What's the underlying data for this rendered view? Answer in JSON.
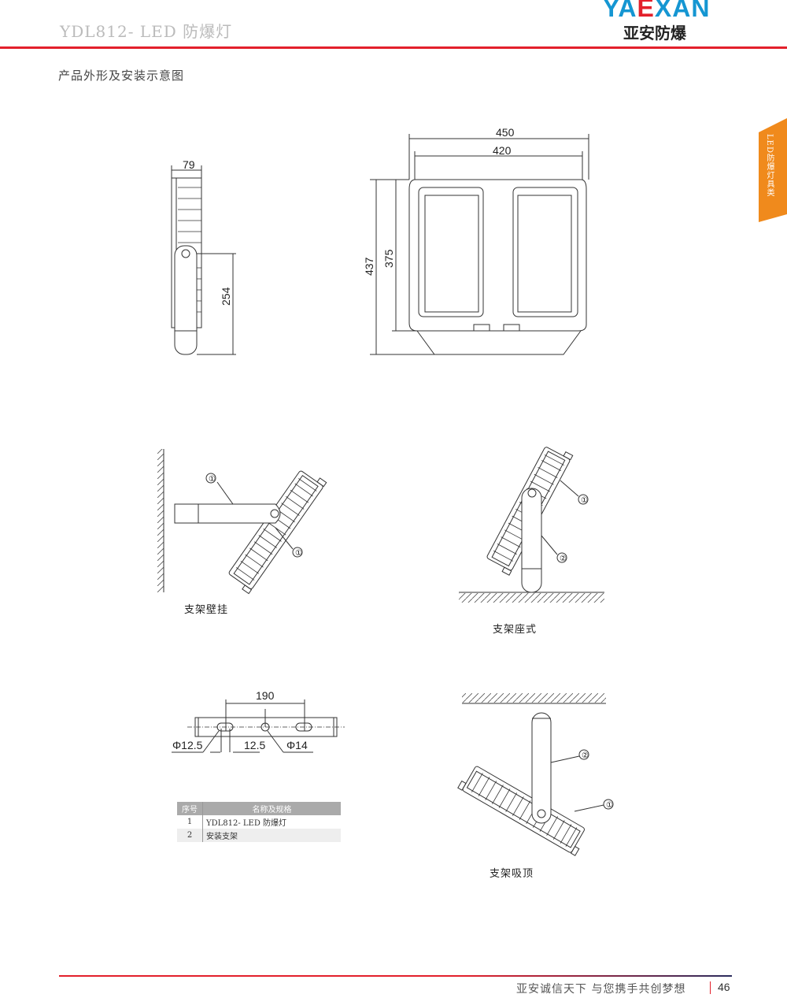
{
  "header": {
    "doc_title": "YDL812- LED 防爆灯",
    "logo_en_prefix": "YA",
    "logo_en_mid": "E",
    "logo_en_suffix": "XAN",
    "logo_cn": "亚安防爆",
    "accent": "#e3202b",
    "brand_blue": "#1596d2"
  },
  "section_title": "产品外形及安装示意图",
  "side_tab": {
    "label": "LED防爆灯具类",
    "color": "#f08a1c"
  },
  "drawings": {
    "side_view": {
      "width": "79",
      "height": "254"
    },
    "front_view": {
      "outer_width": "450",
      "inner_width": "420",
      "outer_height": "437",
      "inner_height": "375"
    },
    "wall_mount": {
      "caption": "支架壁挂",
      "label_a": "①",
      "label_b": "①"
    },
    "floor_mount": {
      "caption": "支架座式",
      "label_a": "①",
      "label_b": "②"
    },
    "ceiling_mount": {
      "caption": "支架吸顶",
      "label_a": "②",
      "label_b": "①"
    },
    "bracket": {
      "spacing": "190",
      "slot_dia": "Φ12.5",
      "slot_width": "12.5",
      "hole_dia": "Φ14"
    }
  },
  "parts_table": {
    "headers": [
      "序号",
      "名称及规格"
    ],
    "rows": [
      {
        "no": "1",
        "name": "YDL812- LED 防爆灯"
      },
      {
        "no": "2",
        "name": "安装支架"
      }
    ]
  },
  "footer": {
    "slogan": "亚安诚信天下 与您携手共创梦想",
    "page": "46"
  }
}
